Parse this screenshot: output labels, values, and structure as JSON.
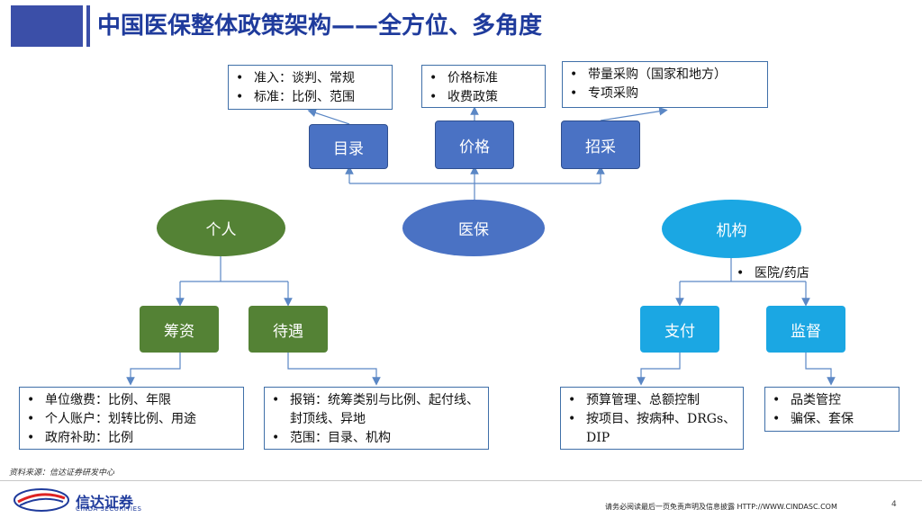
{
  "header": {
    "title": "中国医保整体政策架构——全方位、多角度"
  },
  "nodes": {
    "mulu": "目录",
    "jiage": "价格",
    "zhaocai": "招采",
    "geren": "个人",
    "yibao": "医保",
    "jigou": "机构",
    "chouzi": "筹资",
    "daiyu": "待遇",
    "zhifu": "支付",
    "jiandu": "监督"
  },
  "boxes": {
    "mulu": [
      "准入：谈判、常规",
      "标准：比例、范围"
    ],
    "jiage": [
      "价格标准",
      "收费政策"
    ],
    "zhaocai": [
      "带量采购（国家和地方）",
      "专项采购"
    ],
    "jigou": [
      "医院/药店"
    ],
    "chouzi": [
      "单位缴费：比例、年限",
      "个人账户：划转比例、用途",
      "政府补助：比例"
    ],
    "daiyu": [
      "报销：统筹类别与比例、起付线、封顶线、异地",
      "范围：目录、机构"
    ],
    "zhifu": [
      "预算管理、总额控制",
      "按项目、按病种、DRGs、DIP"
    ],
    "jiandu": [
      "品类管控",
      "骗保、套保"
    ]
  },
  "footer": {
    "source": "资料来源：信达证券研发中心",
    "logo_cn": "信达证券",
    "logo_en": "CINDA SECURITIES",
    "disclaimer": "请务必阅读最后一页免责声明及信息披露  HTTP://WWW.CINDASC.COM",
    "page": "4"
  },
  "colors": {
    "title": "#1f3b9c",
    "blue": "#4a72c4",
    "green": "#548235",
    "cyan": "#1ba7e3",
    "line": "#5b87c5"
  }
}
